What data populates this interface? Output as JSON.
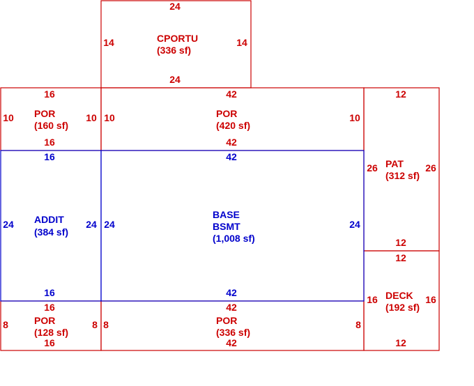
{
  "colors": {
    "outline_red": "#cc0000",
    "outline_blue": "#0000cc"
  },
  "areas": {
    "cportu": {
      "name": "CPORTU",
      "area": "(336 sf)",
      "top": "24",
      "bottom": "24",
      "left": "14",
      "right": "14",
      "color": "red"
    },
    "por_left_top": {
      "name": "POR",
      "area": "(160 sf)",
      "top": "16",
      "bottom": "16",
      "left": "10",
      "right": "10",
      "color": "red"
    },
    "por_center_top": {
      "name": "POR",
      "area": "(420 sf)",
      "top": "42",
      "bottom": "42",
      "left": "10",
      "right": "10",
      "color": "red"
    },
    "pat": {
      "name": "PAT",
      "area": "(312 sf)",
      "top": "12",
      "bottom": "12",
      "left": "26",
      "right": "26",
      "color": "red"
    },
    "addit": {
      "name": "ADDIT",
      "area": "(384 sf)",
      "top": "16",
      "bottom": "16",
      "left": "24",
      "right": "24",
      "color": "blue"
    },
    "base": {
      "name1": "BASE",
      "name2": "BSMT",
      "area": "(1,008 sf)",
      "top": "42",
      "bottom": "42",
      "left": "24",
      "right": "24",
      "color": "blue"
    },
    "deck": {
      "name": "DECK",
      "area": "(192 sf)",
      "top": "12",
      "bottom": "12",
      "left": "16",
      "right": "16",
      "color": "red"
    },
    "por_left_bottom": {
      "name": "POR",
      "area": "(128 sf)",
      "top": "16",
      "bottom": "16",
      "left": "8",
      "right": "8",
      "color": "red"
    },
    "por_center_bottom": {
      "name": "POR",
      "area": "(336 sf)",
      "top": "42",
      "bottom": "42",
      "left": "8",
      "right": "8",
      "color": "red"
    }
  }
}
